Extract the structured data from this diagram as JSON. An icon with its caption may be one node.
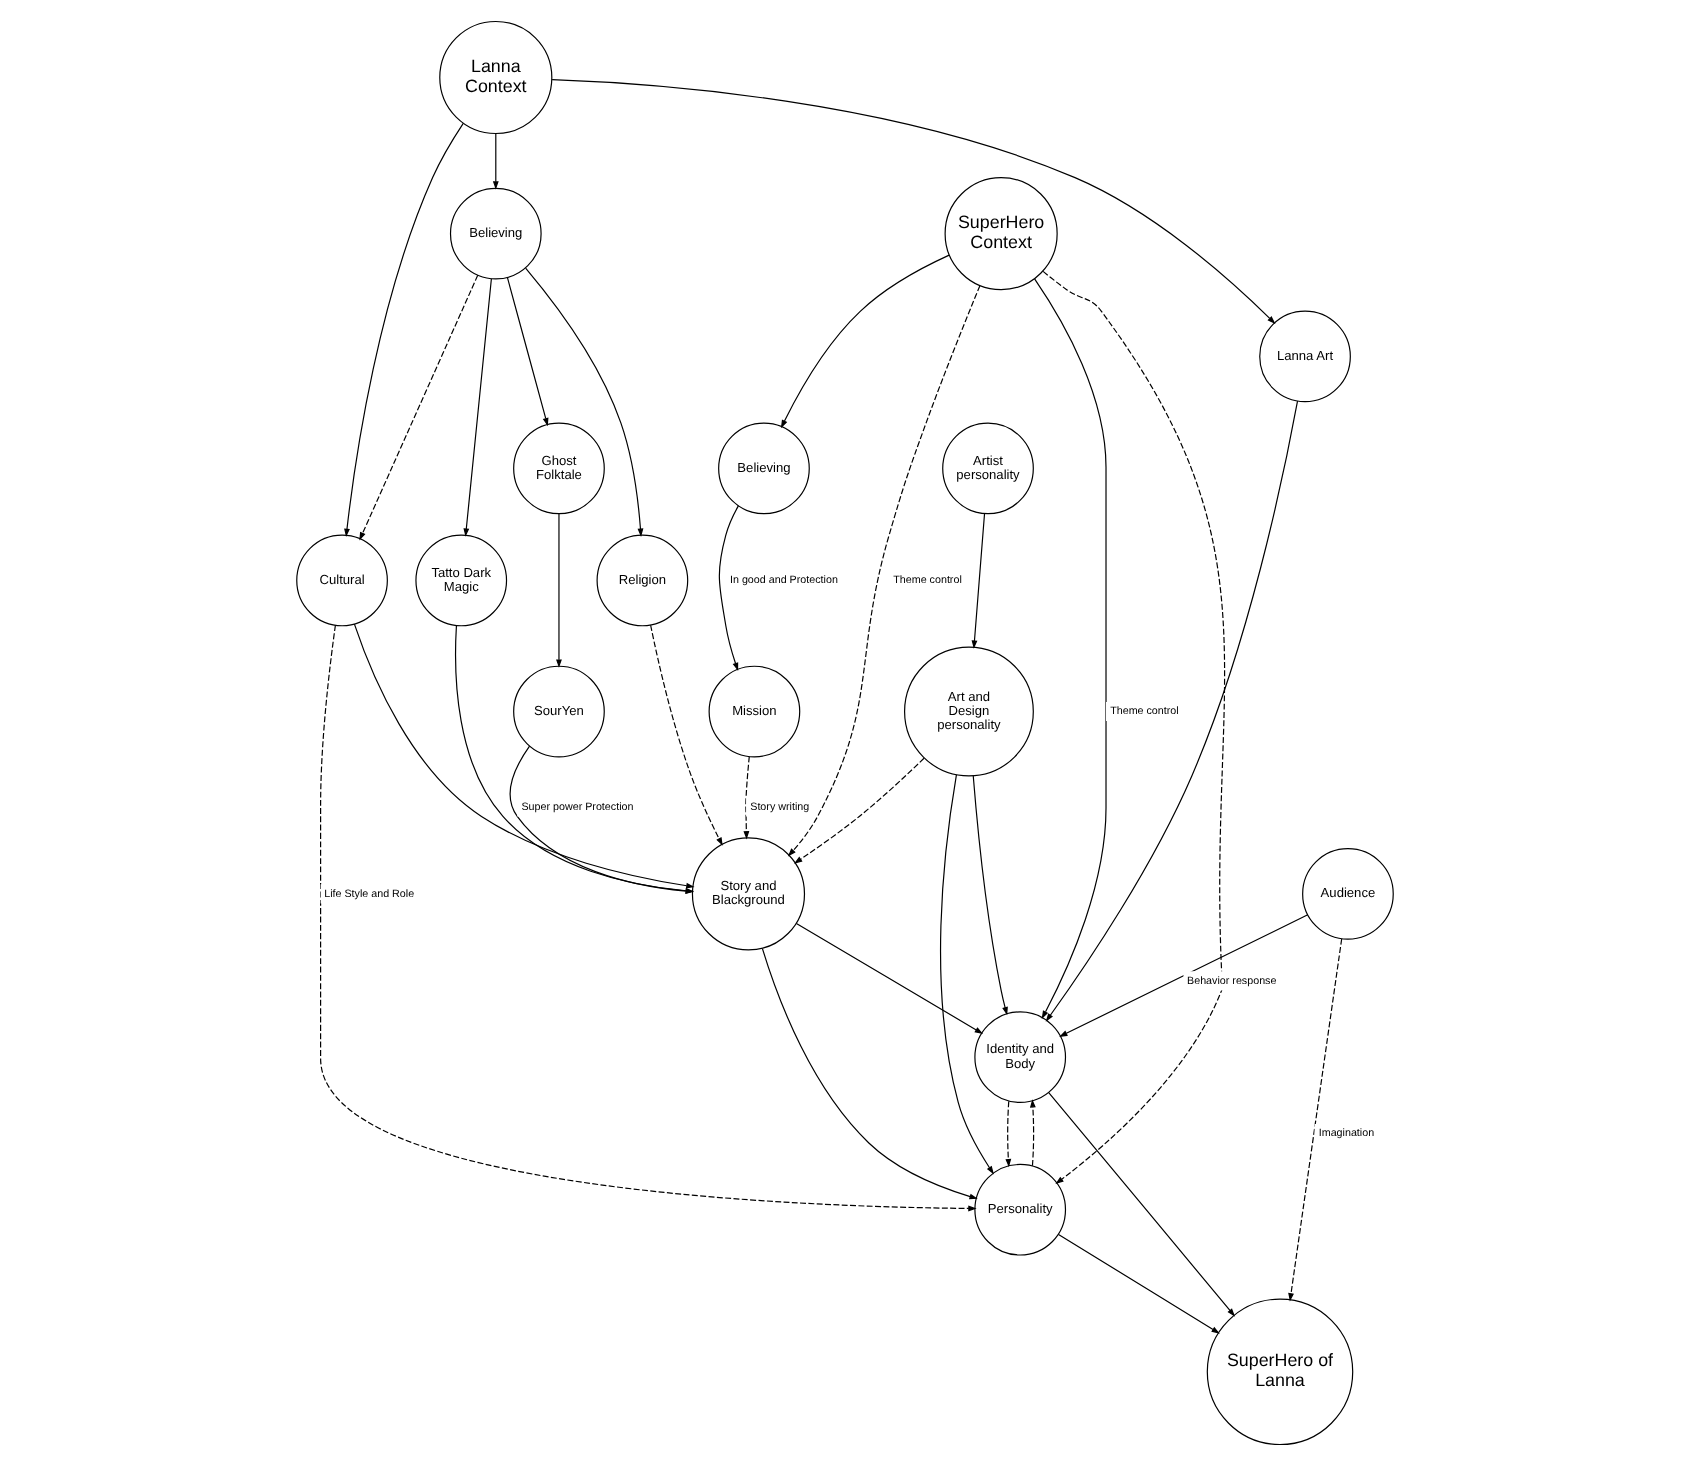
{
  "diagram": {
    "nodes": [
      {
        "text": [
          "Lanna Context"
        ]
      },
      {
        "text": [
          "Lanna Art"
        ]
      },
      {
        "text": [
          "Artist personality"
        ]
      },
      {
        "text": [
          "SuperHero Context"
        ]
      },
      {
        "text": [
          "Believing"
        ]
      },
      {
        "text": [
          "Cultural"
        ]
      },
      {
        "text": [
          "Believing"
        ]
      },
      {
        "text": [
          "Ghost Folktale"
        ]
      },
      {
        "text": [
          "Religion"
        ]
      },
      {
        "text": [
          "Art and Design personality"
        ]
      },
      {
        "text": [
          "Mission"
        ]
      },
      {
        "text": [
          "SourYen"
        ]
      },
      {
        "text": [
          "Story and Blackground"
        ]
      },
      {
        "text": [
          "Tatto Dark Magic"
        ]
      },
      {
        "text": [
          "Identity and Body"
        ]
      },
      {
        "text": [
          "Personality"
        ]
      },
      {
        "text": [
          "Audience"
        ]
      },
      {
        "text": [
          "SuperHero of Lanna"
        ]
      }
    ],
    "edges": [
      {
        "from": 0,
        "to": 1,
        "arrow": "to"
      },
      {
        "from": 0,
        "to": 4,
        "arrow": "to"
      },
      {
        "from": 0,
        "to": 5,
        "arrow": "to"
      },
      {
        "from": 4,
        "to": 5,
        "arrow": "to",
        "style": "dashed"
      },
      {
        "from": 4,
        "to": 7,
        "arrow": "to"
      },
      {
        "from": 4,
        "to": 8,
        "arrow": "to"
      },
      {
        "from": 4,
        "to": 13,
        "arrow": "to"
      },
      {
        "from": 7,
        "to": 11,
        "arrow": "to"
      },
      {
        "from": 11,
        "to": 12,
        "arrow": "to",
        "label": "Super power Protection"
      },
      {
        "from": 13,
        "to": 12,
        "arrow": "to"
      },
      {
        "from": 5,
        "to": 12,
        "arrow": "to"
      },
      {
        "from": 8,
        "to": 12,
        "arrow": "to",
        "style": "dashed"
      },
      {
        "from": 3,
        "to": 12,
        "arrow": "to",
        "style": "dashed",
        "label": "Theme control"
      },
      {
        "from": 10,
        "to": 12,
        "arrow": "to",
        "style": "dashed",
        "label": "Story writing"
      },
      {
        "from": 9,
        "to": 12,
        "arrow": "to",
        "style": "dashed"
      },
      {
        "from": 5,
        "to": 15,
        "arrow": "to",
        "style": "dashed",
        "label": "Life Style and Role"
      },
      {
        "from": 1,
        "to": 14,
        "arrow": "to"
      },
      {
        "from": 2,
        "to": 9,
        "arrow": "to"
      },
      {
        "from": 3,
        "to": 6,
        "arrow": "to"
      },
      {
        "from": 6,
        "to": 10,
        "arrow": "to",
        "label": "In good and Protection"
      },
      {
        "from": 3,
        "to": 15,
        "arrow": "to",
        "style": "dashed"
      },
      {
        "from": 3,
        "to": 14,
        "arrow": "to",
        "label": "Theme control"
      },
      {
        "from": 9,
        "to": 14,
        "arrow": "to"
      },
      {
        "from": 9,
        "to": 15,
        "arrow": "to"
      },
      {
        "from": 12,
        "to": 14,
        "arrow": "to"
      },
      {
        "from": 12,
        "to": 15,
        "arrow": "to"
      },
      {
        "from": 14,
        "to": 15,
        "arrow": "to",
        "style": "dashed"
      },
      {
        "from": 15,
        "to": 14,
        "arrow": "to",
        "style": "dashed"
      },
      {
        "from": 14,
        "to": 17,
        "arrow": "to"
      },
      {
        "from": 15,
        "to": 17,
        "arrow": "to"
      },
      {
        "from": 16,
        "to": 14,
        "arrow": "to",
        "label": "Behavior response"
      },
      {
        "from": 16,
        "to": 17,
        "arrow": "to",
        "style": "dashed",
        "label": "Imagination"
      }
    ]
  }
}
